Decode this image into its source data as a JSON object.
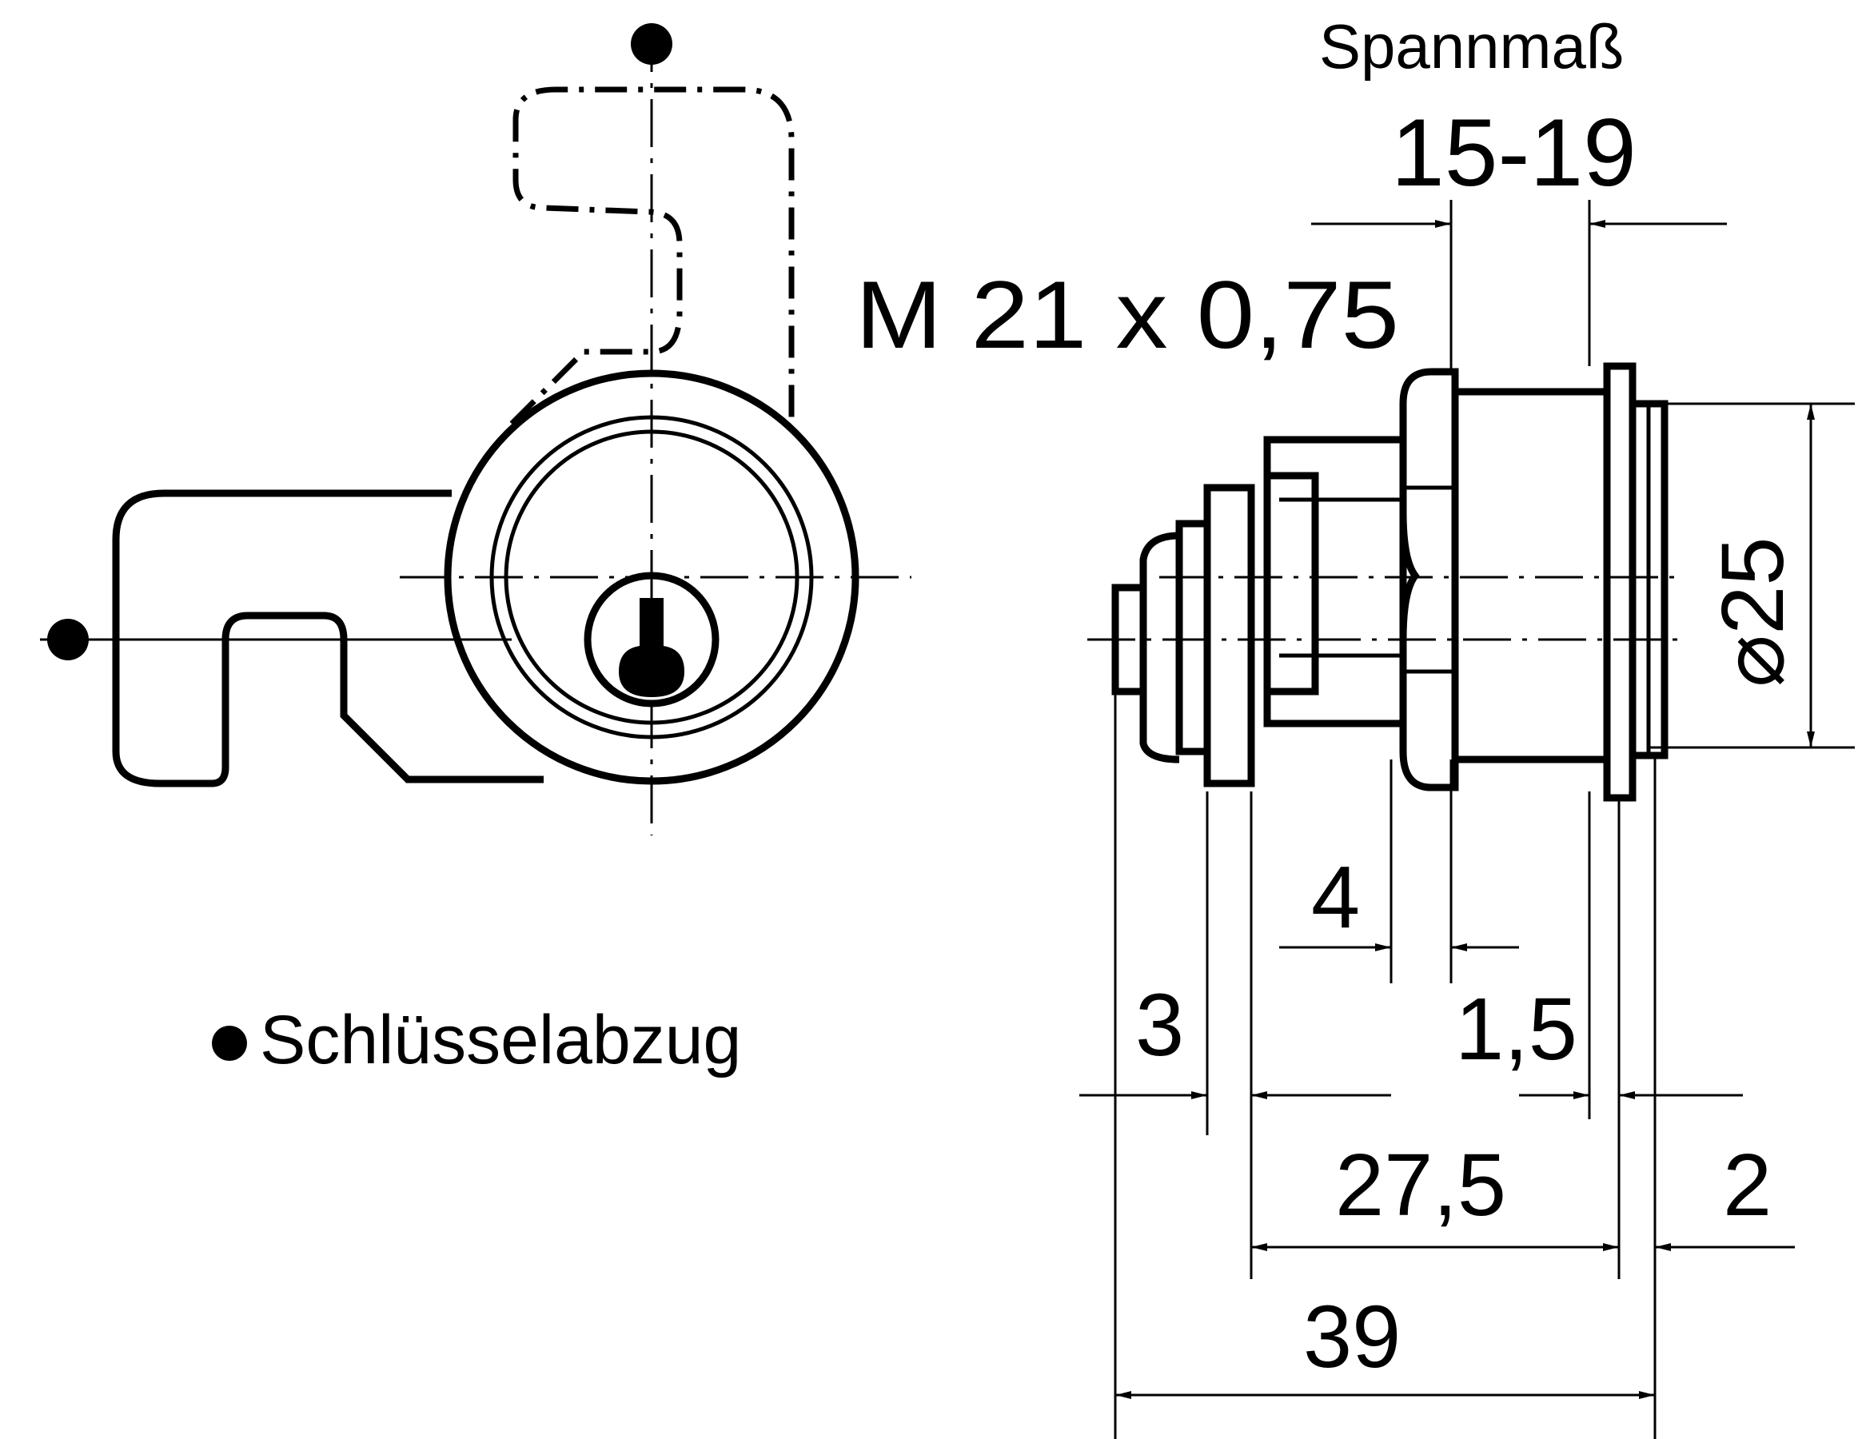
{
  "labels": {
    "spannmass_title": "Spannmaß",
    "spannmass_value": "15-19",
    "thread": "M 21 x 0,75",
    "diameter": "⌀25",
    "key_removal": "Schlüsselabzug"
  },
  "dimensions": {
    "d4": "4",
    "d1_5": "1,5",
    "d3": "3",
    "d27_5": "27,5",
    "d2": "2",
    "d39": "39"
  },
  "colors": {
    "ink": "#000000",
    "paper": "#ffffff"
  }
}
